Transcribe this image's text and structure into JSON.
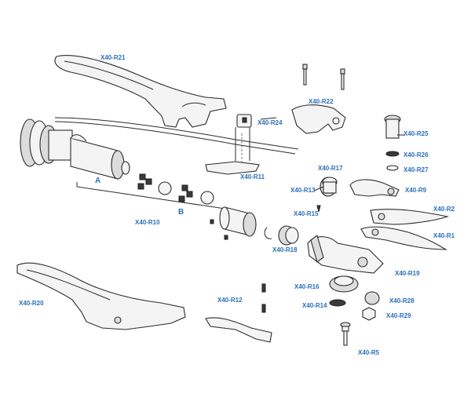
{
  "label_color": "#2a6ebb",
  "labels": {
    "r21": "X40-R21",
    "r22": "X40-R22",
    "r24": "X40-R24",
    "r25": "X40-R25",
    "r26": "X40-R26",
    "r27": "X40-R27",
    "r17": "X40-R17",
    "r13": "X40-R13",
    "r9": "X40-R9",
    "r11": "X40-R11",
    "r15": "X40-R15",
    "r2": "X40-R2",
    "r1": "X40-R1",
    "r10": "X40-R10",
    "r18": "X40-R18",
    "r19": "X40-R19",
    "r16": "X40-R16",
    "r12": "X40-R12",
    "r28": "X40-R28",
    "r14": "X40-R14",
    "r29": "X40-R29",
    "r20": "X40-R20",
    "r5": "X40-R5",
    "group_a": "A",
    "group_b": "B"
  }
}
